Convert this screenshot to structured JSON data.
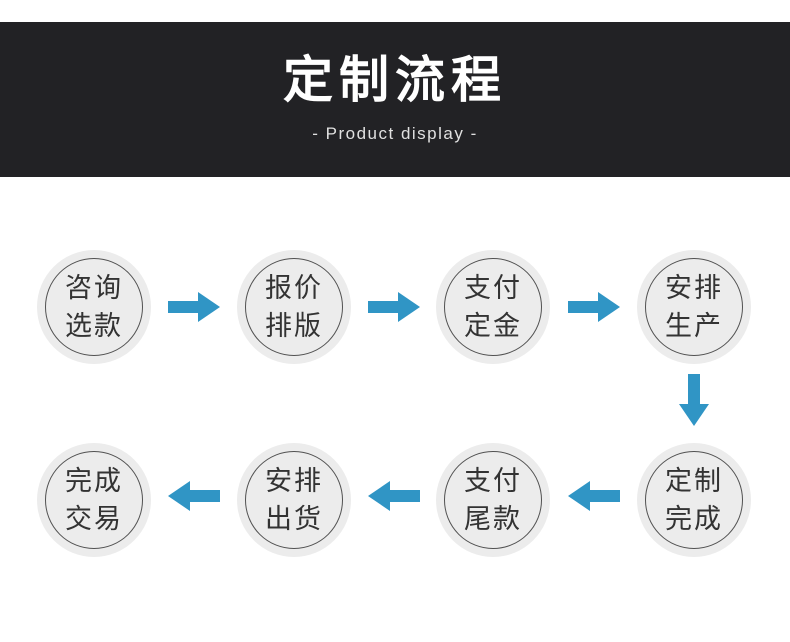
{
  "header": {
    "title": "定制流程",
    "subtitle": "- Product display -",
    "background": "#222225",
    "title_color": "#ffffff",
    "subtitle_color": "#e0e0e0"
  },
  "flow": {
    "colors": {
      "arrow": "#3095c5",
      "circle_fill": "#ececec",
      "ring": "#515151",
      "label": "#333333"
    },
    "row1": [
      {
        "label": "咨询\n选款"
      },
      {
        "label": "报价\n排版"
      },
      {
        "label": "支付\n定金"
      },
      {
        "label": "安排\n生产"
      }
    ],
    "row2": [
      {
        "label": "完成\n交易"
      },
      {
        "label": "安排\n出货"
      },
      {
        "label": "支付\n尾款"
      },
      {
        "label": "定制\n完成"
      }
    ]
  }
}
